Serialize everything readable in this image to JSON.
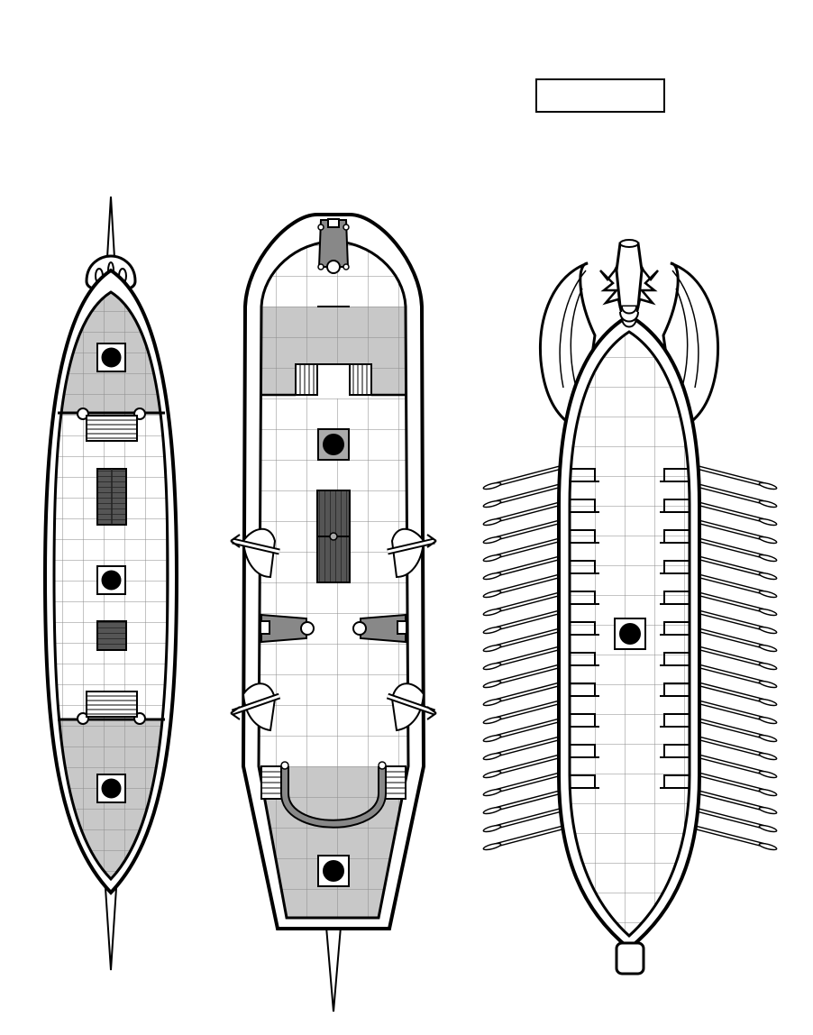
{
  "label_box": {
    "text": ""
  },
  "ships": [
    {
      "name": "ship-left-cog"
    },
    {
      "name": "ship-center-war-galleon"
    },
    {
      "name": "ship-right-dragon-galley"
    }
  ],
  "colors": {
    "ink": "#000000",
    "deck": "#ffffff",
    "raised_deck": "#c8c8c8",
    "grid": "#8a8a8a",
    "hatch": "#555555"
  },
  "icons": [
    "mast-icon",
    "hatch-icon",
    "ballista-icon",
    "catapult-icon",
    "oar-icon",
    "dragon-head-icon",
    "wing-icon",
    "stairs-icon"
  ]
}
